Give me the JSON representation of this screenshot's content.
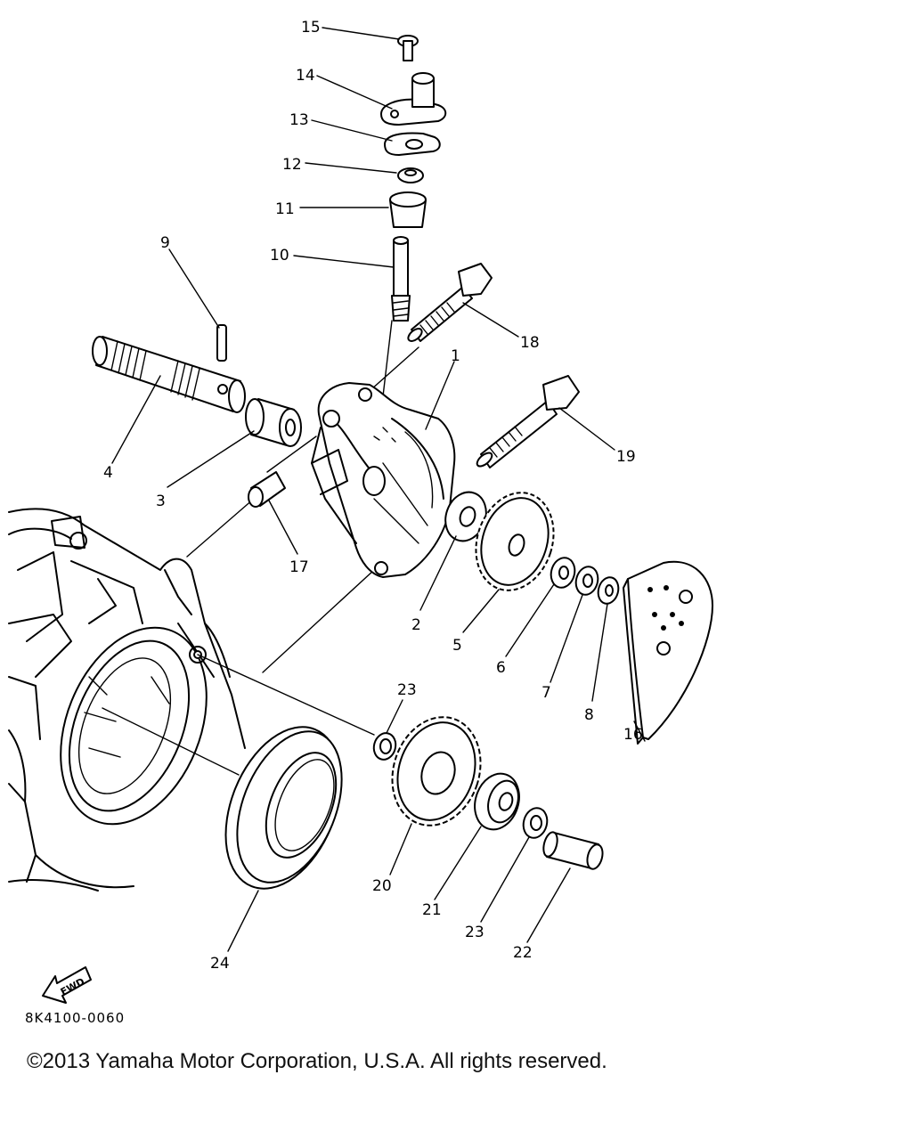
{
  "diagram": {
    "code": "8K4100-0060",
    "fwd_label": "FWD",
    "callouts": [
      {
        "id": "15",
        "label": "15"
      },
      {
        "id": "14",
        "label": "14"
      },
      {
        "id": "13",
        "label": "13"
      },
      {
        "id": "12",
        "label": "12"
      },
      {
        "id": "11",
        "label": "11"
      },
      {
        "id": "10",
        "label": "10"
      },
      {
        "id": "9",
        "label": "9"
      },
      {
        "id": "18",
        "label": "18"
      },
      {
        "id": "1",
        "label": "1"
      },
      {
        "id": "4",
        "label": "4"
      },
      {
        "id": "3",
        "label": "3"
      },
      {
        "id": "19",
        "label": "19"
      },
      {
        "id": "17",
        "label": "17"
      },
      {
        "id": "2",
        "label": "2"
      },
      {
        "id": "5",
        "label": "5"
      },
      {
        "id": "6",
        "label": "6"
      },
      {
        "id": "7",
        "label": "7"
      },
      {
        "id": "8",
        "label": "8"
      },
      {
        "id": "16",
        "label": "16"
      },
      {
        "id": "23a",
        "label": "23"
      },
      {
        "id": "20",
        "label": "20"
      },
      {
        "id": "21",
        "label": "21"
      },
      {
        "id": "23b",
        "label": "23"
      },
      {
        "id": "22",
        "label": "22"
      },
      {
        "id": "24",
        "label": "24"
      }
    ]
  },
  "footer": {
    "copyright": "©2013 Yamaha Motor Corporation, U.S.A. All rights reserved."
  }
}
